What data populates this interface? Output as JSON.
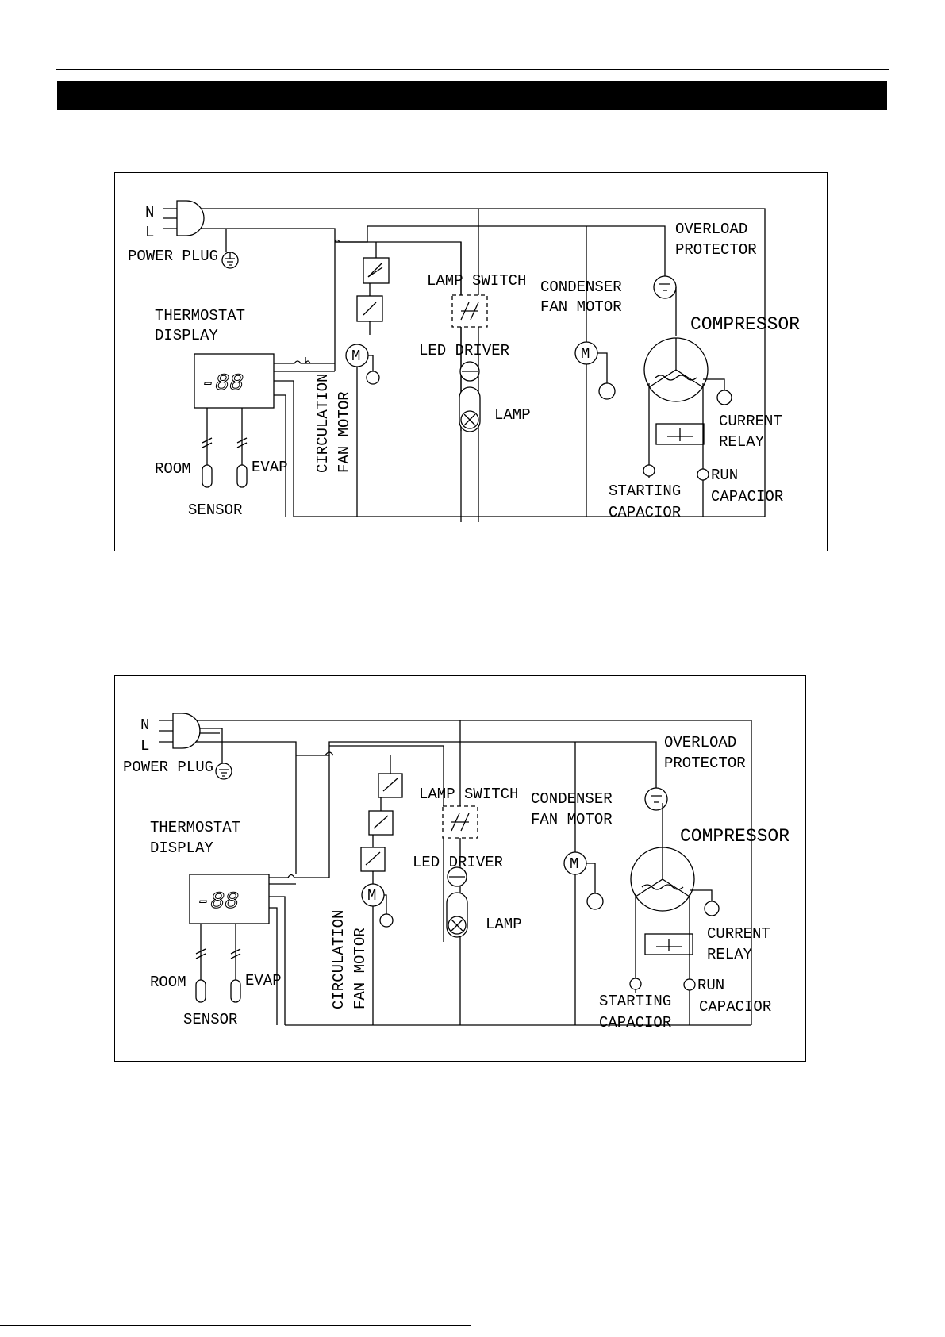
{
  "page": {
    "header_bar_color": "#000000"
  },
  "diagrams": [
    {
      "name": "wiring-diagram-1",
      "labels": {
        "n": "N",
        "l": "L",
        "power_plug": "POWER PLUG",
        "thermostat_line1": "THERMOSTAT",
        "thermostat_line2": "DISPLAY",
        "display_readout": "-88",
        "room": "ROOM",
        "evap": "EVAP",
        "sensor": "SENSOR",
        "circulation_line1": "CIRCULATION",
        "circulation_line2": "FAN MOTOR",
        "lamp_switch": "LAMP SWITCH",
        "led_driver": "LED DRIVER",
        "lamp": "LAMP",
        "condenser_line1": "CONDENSER",
        "condenser_line2": "FAN MOTOR",
        "overload_line1": "OVERLOAD",
        "overload_line2": "PROTECTOR",
        "compressor": "COMPRESSOR",
        "current_line1": "CURRENT",
        "current_line2": "RELAY",
        "run_line1": "RUN",
        "run_line2": "CAPACIOR",
        "starting_line1": "STARTING",
        "starting_line2": "CAPACIOR",
        "motor_m": "M"
      }
    },
    {
      "name": "wiring-diagram-2",
      "labels": {
        "n": "N",
        "l": "L",
        "power_plug": "POWER PLUG",
        "thermostat_line1": "THERMOSTAT",
        "thermostat_line2": "DISPLAY",
        "display_readout": "-88",
        "room": "ROOM",
        "evap": "EVAP",
        "sensor": "SENSOR",
        "circulation_line1": "CIRCULATION",
        "circulation_line2": "FAN MOTOR",
        "lamp_switch": "LAMP SWITCH",
        "led_driver": "LED DRIVER",
        "lamp": "LAMP",
        "condenser_line1": "CONDENSER",
        "condenser_line2": "FAN MOTOR",
        "overload_line1": "OVERLOAD",
        "overload_line2": "PROTECTOR",
        "compressor": "COMPRESSOR",
        "current_line1": "CURRENT",
        "current_line2": "RELAY",
        "run_line1": "RUN",
        "run_line2": "CAPACIOR",
        "starting_line1": "STARTING",
        "starting_line2": "CAPACIOR",
        "motor_m": "M"
      }
    }
  ]
}
